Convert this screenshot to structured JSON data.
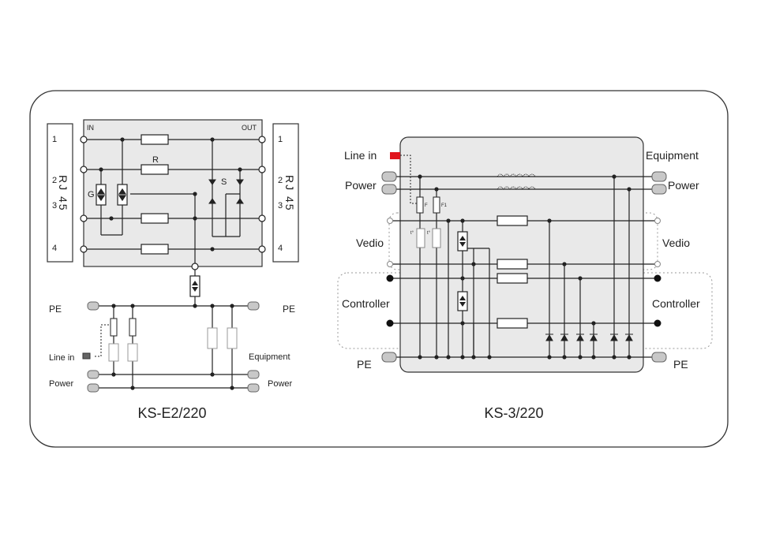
{
  "left": {
    "title": "KS-E2/220",
    "in_label": "IN",
    "out_label": "OUT",
    "pins_left": [
      "1",
      "2",
      "3",
      "4"
    ],
    "pins_right": [
      "1",
      "2",
      "3",
      "4"
    ],
    "rj45_left": "RJ 45",
    "rj45_right": "RJ 45",
    "component_r": "R",
    "component_g": "G",
    "component_s": "S",
    "pe_left": "PE",
    "pe_right": "PE",
    "line_in": "Line in",
    "power_left": "Power",
    "equipment": "Equipment",
    "power_right": "Power"
  },
  "right": {
    "title": "KS-3/220",
    "line_in": "Line in",
    "equipment": "Equipment",
    "power_left": "Power",
    "power_right": "Power",
    "vedio_left": "Vedio",
    "vedio_right": "Vedio",
    "controller_left": "Controller",
    "controller_right": "Controller",
    "pe_left": "PE",
    "pe_right": "PE",
    "fuse_label_1": "F",
    "fuse_label_2": "F1",
    "t_label_1": "t°",
    "t_label_2": "t°"
  },
  "colors": {
    "frame": "#333333",
    "module_fill": "#e9e9e9",
    "accent_red": "#e0141c",
    "plug_fill": "#c8c8c8",
    "dash": "#999999"
  }
}
